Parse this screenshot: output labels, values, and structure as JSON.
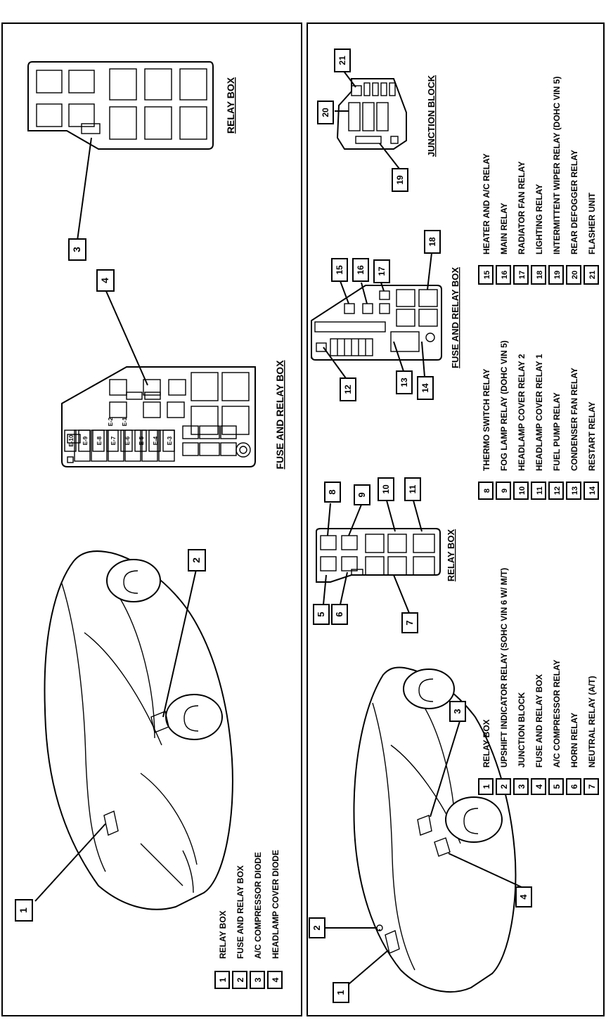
{
  "left_panel": {
    "titles": {
      "relay_box": "RELAY BOX",
      "fuse_and_relay_box": "FUSE AND RELAY BOX"
    },
    "fuse_labels": [
      "E-10",
      "E-9",
      "E-8",
      "E-7",
      "E-6",
      "E-5",
      "E-4",
      "E-3",
      "E-2",
      "E-1"
    ],
    "callouts": [
      "1",
      "2",
      "3",
      "4"
    ],
    "legend": [
      {
        "num": "1",
        "text": "RELAY BOX"
      },
      {
        "num": "2",
        "text": "FUSE AND RELAY BOX"
      },
      {
        "num": "3",
        "text": "A/C COMPRESSOR DIODE"
      },
      {
        "num": "4",
        "text": "HEADLAMP COVER DIODE"
      }
    ]
  },
  "right_panel": {
    "titles": {
      "junction_block": "JUNCTION BLOCK",
      "fuse_and_relay_box": "FUSE AND RELAY BOX",
      "relay_box": "RELAY BOX"
    },
    "callouts": [
      "1",
      "2",
      "3",
      "4",
      "5",
      "6",
      "7",
      "8",
      "9",
      "10",
      "11",
      "12",
      "13",
      "14",
      "15",
      "16",
      "17",
      "18",
      "19",
      "20",
      "21"
    ],
    "legend_col1": [
      {
        "num": "1",
        "text": "RELAY BOX"
      },
      {
        "num": "2",
        "text": "UPSHIFT INDICATOR RELAY (SOHC VIN 6 W/ M/T)"
      },
      {
        "num": "3",
        "text": "JUNCTION BLOCK"
      },
      {
        "num": "4",
        "text": "FUSE AND RELAY BOX"
      },
      {
        "num": "5",
        "text": "A/C COMPRESSOR RELAY"
      },
      {
        "num": "6",
        "text": "HORN RELAY"
      },
      {
        "num": "7",
        "text": "NEUTRAL RELAY (A/T)"
      }
    ],
    "legend_col2": [
      {
        "num": "8",
        "text": "THERMO SWITCH RELAY"
      },
      {
        "num": "9",
        "text": "FOG LAMP RELAY (DOHC VIN 5)"
      },
      {
        "num": "10",
        "text": "HEADLAMP COVER RELAY 2"
      },
      {
        "num": "11",
        "text": "HEADLAMP COVER RELAY 1"
      },
      {
        "num": "12",
        "text": "FUEL PUMP RELAY"
      },
      {
        "num": "13",
        "text": "CONDENSER FAN RELAY"
      },
      {
        "num": "14",
        "text": "RESTART RELAY"
      }
    ],
    "legend_col3": [
      {
        "num": "15",
        "text": "HEATER AND A/C RELAY"
      },
      {
        "num": "16",
        "text": "MAIN RELAY"
      },
      {
        "num": "17",
        "text": "RADIATOR FAN RELAY"
      },
      {
        "num": "18",
        "text": "LIGHTING RELAY"
      },
      {
        "num": "19",
        "text": "INTERMITTENT WIPER RELAY (DOHC VIN 5)"
      },
      {
        "num": "20",
        "text": "REAR DEFOGGER RELAY"
      },
      {
        "num": "21",
        "text": "FLASHER UNIT"
      }
    ]
  }
}
